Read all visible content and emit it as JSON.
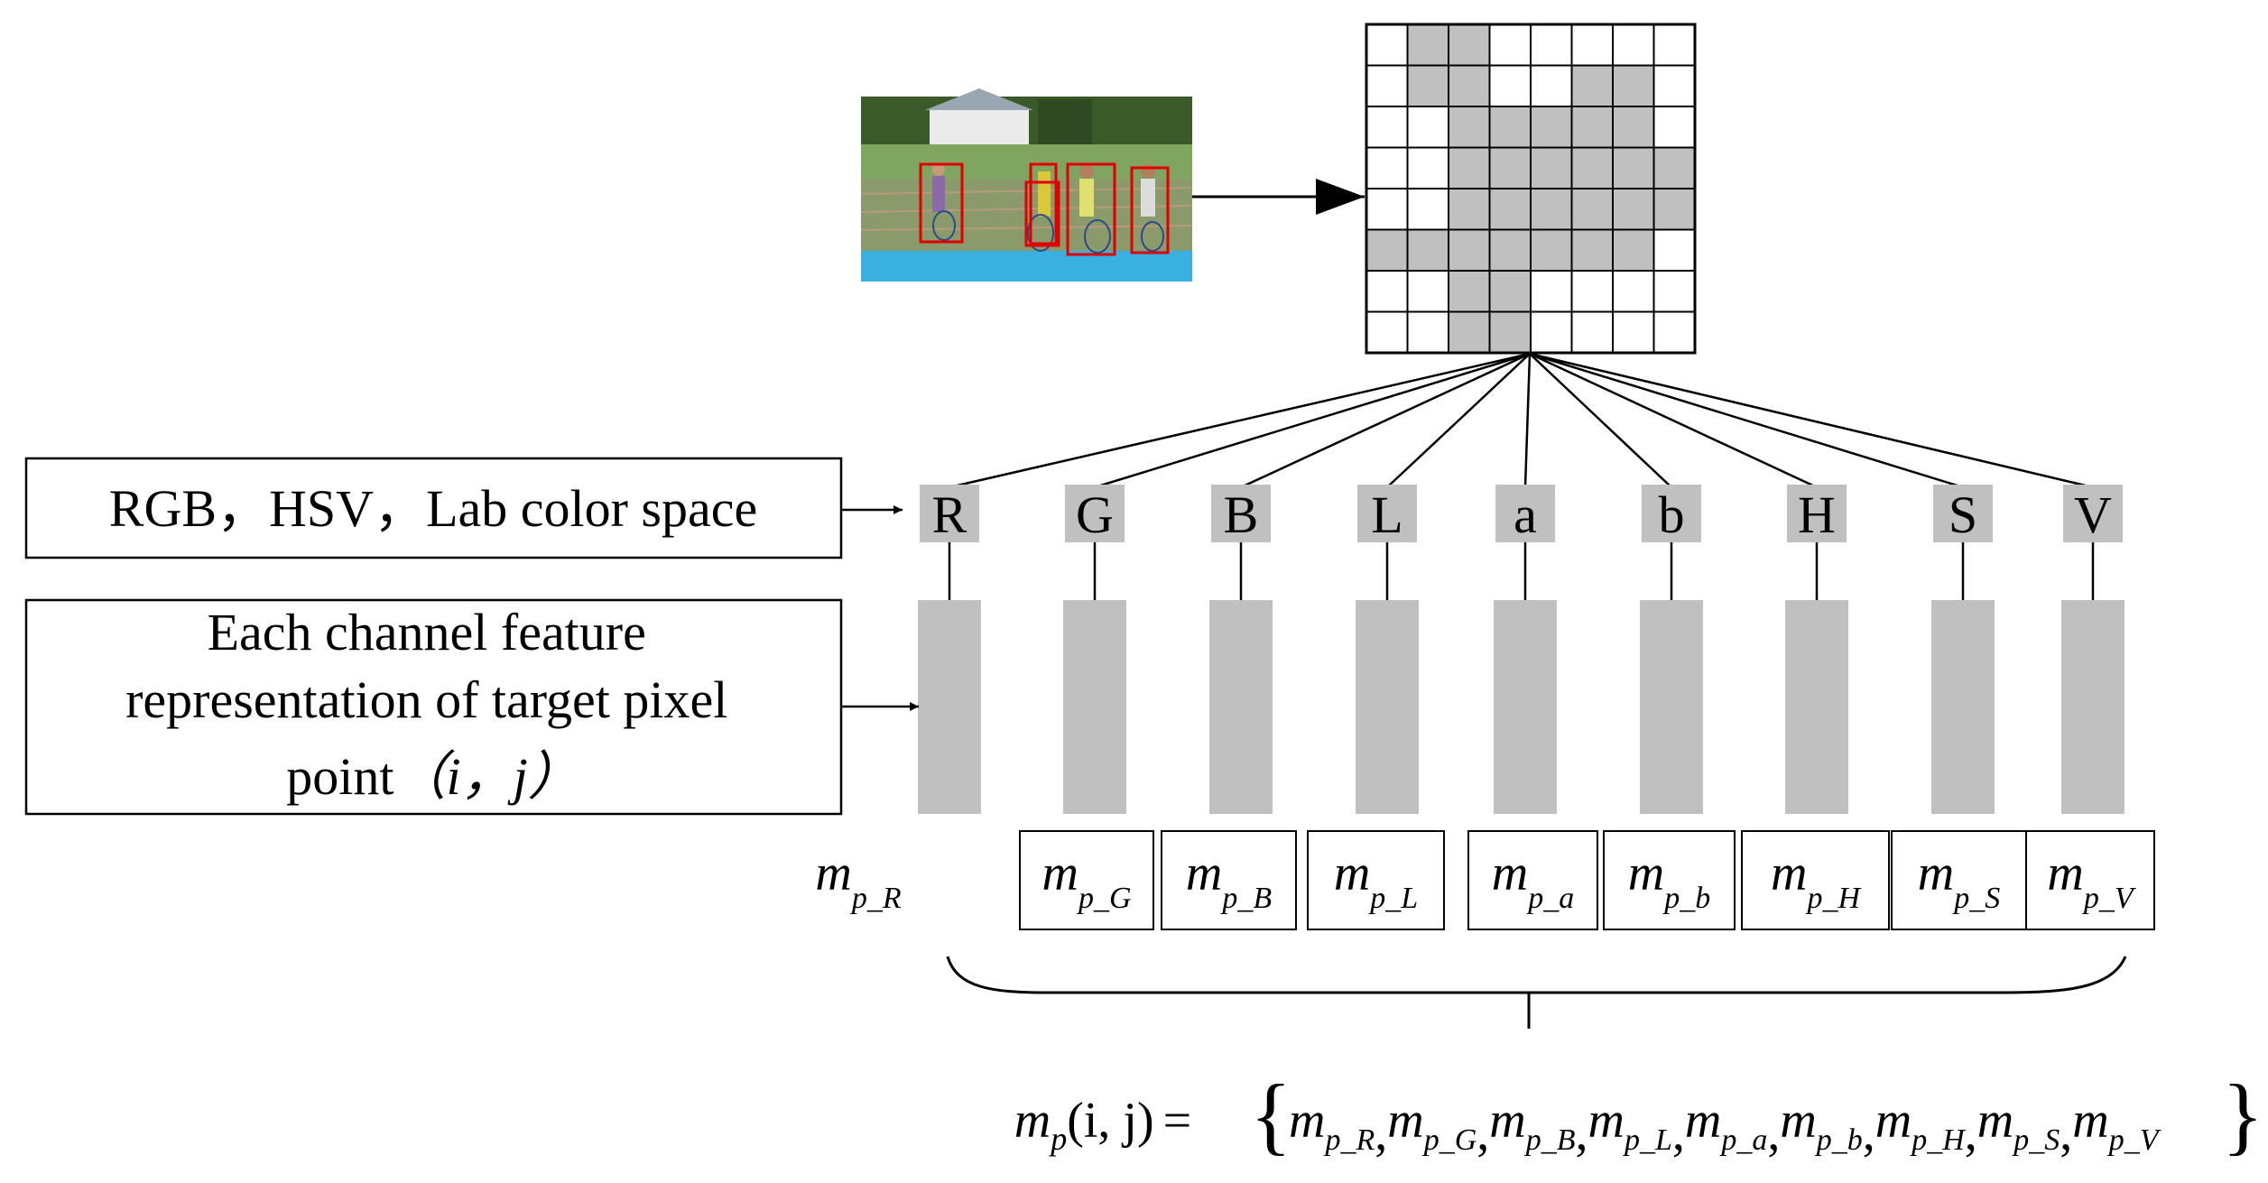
{
  "color_spaces_label": "RGB，HSV，Lab color space",
  "feature_label": {
    "line1": "Each channel feature",
    "line2": "representation of target pixel",
    "line3_prefix": "point",
    "line3_math": "（i，j）"
  },
  "channels": [
    {
      "letter": "R",
      "sub": "p_R"
    },
    {
      "letter": "G",
      "sub": "p_G"
    },
    {
      "letter": "B",
      "sub": "p_B"
    },
    {
      "letter": "L",
      "sub": "p_L"
    },
    {
      "letter": "a",
      "sub": "p_a"
    },
    {
      "letter": "b",
      "sub": "p_b"
    },
    {
      "letter": "H",
      "sub": "p_H"
    },
    {
      "letter": "S",
      "sub": "p_S"
    },
    {
      "letter": "V",
      "sub": "p_V"
    }
  ],
  "feature_symbol": "m",
  "formula": {
    "lhs_sub": "p",
    "lhs_args": "(i, j)",
    "equals": "=",
    "open_brace": "{",
    "close_brace": "}",
    "separator": ","
  },
  "pixel_grid": {
    "rows": 8,
    "cols": 8,
    "shaded": [
      [
        0,
        1,
        1,
        0,
        0,
        0,
        0,
        0
      ],
      [
        0,
        1,
        1,
        0,
        0,
        1,
        1,
        0
      ],
      [
        0,
        0,
        1,
        1,
        1,
        1,
        1,
        0
      ],
      [
        0,
        0,
        1,
        1,
        1,
        1,
        1,
        1
      ],
      [
        0,
        0,
        1,
        1,
        1,
        1,
        1,
        1
      ],
      [
        1,
        1,
        1,
        1,
        1,
        1,
        1,
        0
      ],
      [
        0,
        0,
        1,
        1,
        0,
        0,
        0,
        0
      ],
      [
        0,
        0,
        1,
        1,
        0,
        0,
        0,
        0
      ]
    ]
  },
  "colors": {
    "gray_fill": "#c0c0c0",
    "line": "#000000",
    "bbox": "#e00000"
  }
}
